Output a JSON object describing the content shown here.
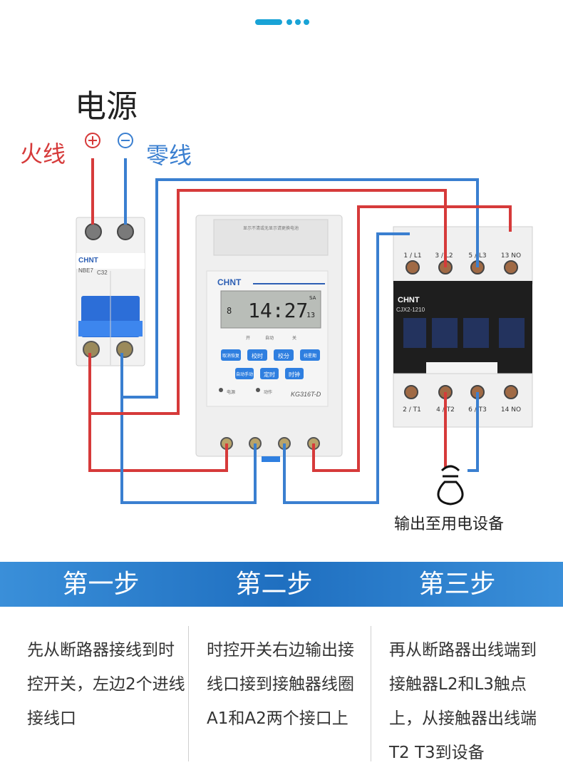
{
  "power": {
    "title": "电源",
    "live": "火线",
    "neutral": "零线",
    "plus": "+",
    "minus": "−"
  },
  "breaker": {
    "brand": "CHNT",
    "model": "NBE7",
    "rating": "C32"
  },
  "timer": {
    "brand": "CHNT",
    "top_note": "显示不清或无显示请更换电池",
    "display_main": "14:27",
    "display_day": "8",
    "display_sec": "13",
    "display_sa": "SA",
    "row_labels": [
      "开",
      "自动",
      "关"
    ],
    "buttons_row1": [
      "取消恢复",
      "校时",
      "校分",
      "校星期"
    ],
    "buttons_row2": [
      "自动手动",
      "定时",
      "时钟"
    ],
    "led1": "电源",
    "led2": "动作",
    "model": "KG316T-D"
  },
  "contactor": {
    "brand": "CHNT",
    "model": "CJX2-1210",
    "top_terminals": [
      "1/L1",
      "3/L2",
      "5/L3",
      "13 NO"
    ],
    "bottom_terminals": [
      "2/T1",
      "4/T2",
      "6/T3",
      "14 NO"
    ]
  },
  "output_label": "输出至用电设备",
  "steps": [
    {
      "title": "第一步",
      "text": "先从断路器接线到时控开关，左边2个进线接线口"
    },
    {
      "title": "第二步",
      "text": "时控开关右边输出接线口接到接触器线圈A1和A2两个接口上"
    },
    {
      "title": "第三步",
      "text": "再从断路器出线端到接触器L2和L3触点上，从接触器出线端T2 T3到设备"
    }
  ],
  "colors": {
    "live": "#d63a3a",
    "neutral": "#3a7fd0",
    "accent": "#19a3d6"
  }
}
